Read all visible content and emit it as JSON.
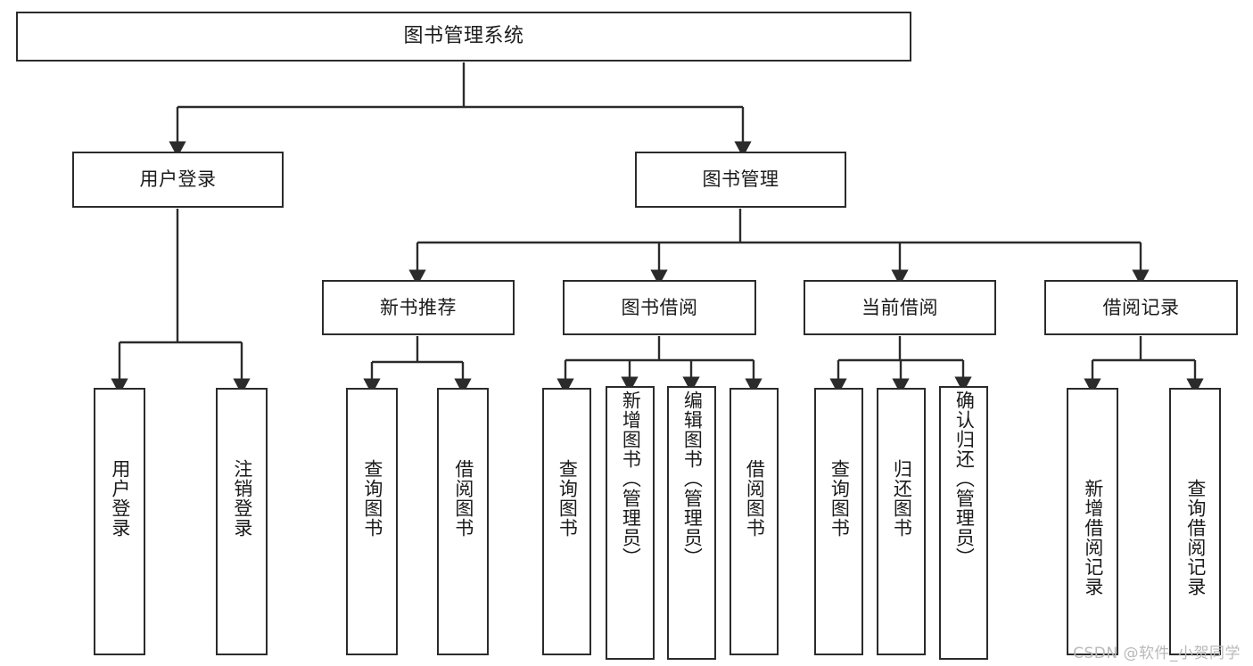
{
  "diagram": {
    "title": "图书管理系统",
    "watermark": "CSDN @软件_小贺同学",
    "colors": {
      "border": "#2b2b2b",
      "background": "#ffffff",
      "text": "#1b1b1b",
      "watermark": "#b9b9b9"
    },
    "levels": {
      "root": "图书管理系统",
      "level2": [
        "用户登录",
        "图书管理"
      ],
      "level3": [
        "新书推荐",
        "图书借阅",
        "当前借阅",
        "借阅记录"
      ]
    },
    "nodes": {
      "root": {
        "label": "图书管理系统"
      },
      "user_login": {
        "label": "用户登录"
      },
      "book_manage": {
        "label": "图书管理"
      },
      "new_book_rec": {
        "label": "新书推荐"
      },
      "book_borrow": {
        "label": "图书借阅"
      },
      "current_borrow": {
        "label": "当前借阅"
      },
      "borrow_record": {
        "label": "借阅记录"
      },
      "leaf_user_login": {
        "label": "用户登录"
      },
      "leaf_logout": {
        "label": "注销登录"
      },
      "leaf_query_book_1": {
        "label": "查询图书"
      },
      "leaf_borrow_book_1": {
        "label": "借阅图书"
      },
      "leaf_query_book_2": {
        "label": "查询图书"
      },
      "leaf_add_book_admin": {
        "label": "新增图书（管理员）"
      },
      "leaf_edit_book_admin": {
        "label": "编辑图书（管理员）"
      },
      "leaf_borrow_book_2": {
        "label": "借阅图书"
      },
      "leaf_query_book_3": {
        "label": "查询图书"
      },
      "leaf_return_book": {
        "label": "归还图书"
      },
      "leaf_confirm_return_admin": {
        "label": "确认归还（管理员）"
      },
      "leaf_add_record": {
        "label": "新增借阅记录"
      },
      "leaf_query_record": {
        "label": "查询借阅记录"
      }
    }
  }
}
